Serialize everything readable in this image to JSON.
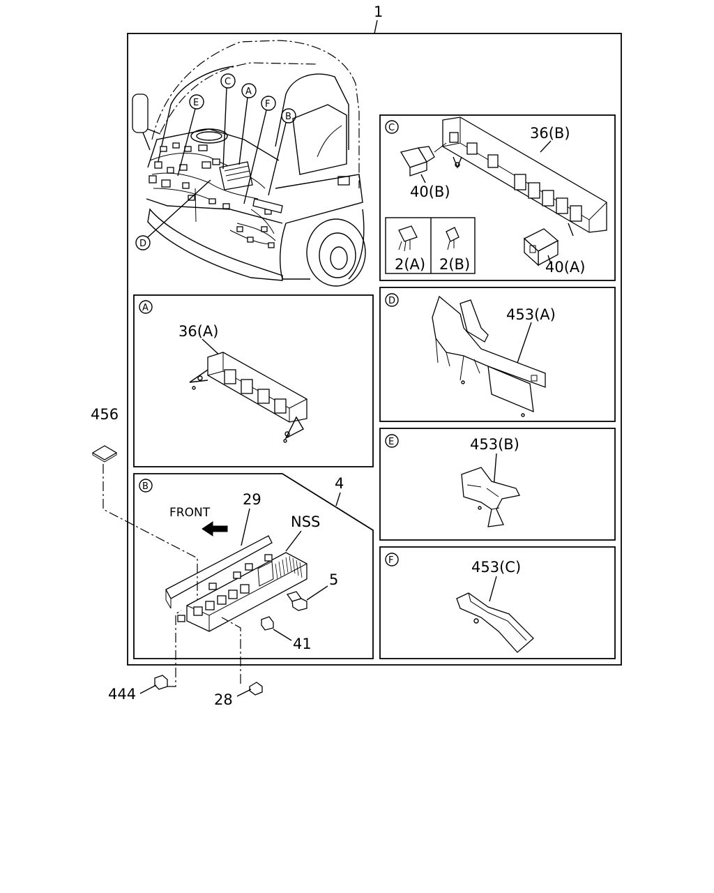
{
  "labels": {
    "main": "1",
    "detail_a_letter": "A",
    "detail_b_letter": "B",
    "detail_c_letter": "C",
    "detail_d_letter": "D",
    "detail_e_letter": "E",
    "detail_f_letter": "F",
    "p36a": "36(A)",
    "p36b": "36(B)",
    "p40a": "40(A)",
    "p40b": "40(B)",
    "p2a": "2(A)",
    "p2b": "2(B)",
    "p453a": "453(A)",
    "p453b": "453(B)",
    "p453c": "453(C)",
    "p456": "456",
    "p4": "4",
    "p29": "29",
    "pnss": "NSS",
    "pfront": "FRONT",
    "p5": "5",
    "p41": "41",
    "p444": "444",
    "p28": "28"
  }
}
